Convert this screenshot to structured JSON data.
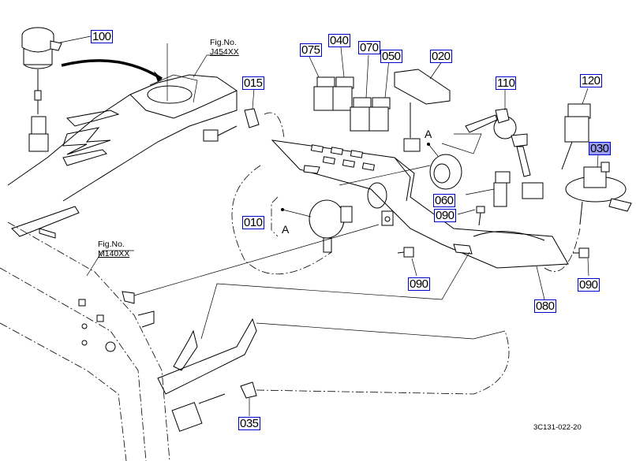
{
  "diagram": {
    "type": "exploded-parts-diagram",
    "drawing_code": "3C131-022-20",
    "selected_part": "030",
    "highlight_color": "#9c9cf0",
    "label_border_color": "#0000cc",
    "figure_references": [
      {
        "label": "Fig.No.",
        "number": "J454XX"
      },
      {
        "label": "Fig.No.",
        "number": "M140XX"
      }
    ],
    "callout_letters": [
      "A",
      "A"
    ],
    "part_labels": [
      {
        "ref": "100",
        "selected": false
      },
      {
        "ref": "015",
        "selected": false
      },
      {
        "ref": "075",
        "selected": false
      },
      {
        "ref": "040",
        "selected": false
      },
      {
        "ref": "070",
        "selected": false
      },
      {
        "ref": "050",
        "selected": false
      },
      {
        "ref": "020",
        "selected": false
      },
      {
        "ref": "110",
        "selected": false
      },
      {
        "ref": "120",
        "selected": false
      },
      {
        "ref": "030",
        "selected": true
      },
      {
        "ref": "010",
        "selected": false
      },
      {
        "ref": "060",
        "selected": false
      },
      {
        "ref": "090",
        "selected": false
      },
      {
        "ref": "090",
        "selected": false
      },
      {
        "ref": "090",
        "selected": false
      },
      {
        "ref": "080",
        "selected": false
      },
      {
        "ref": "035",
        "selected": false
      }
    ]
  }
}
